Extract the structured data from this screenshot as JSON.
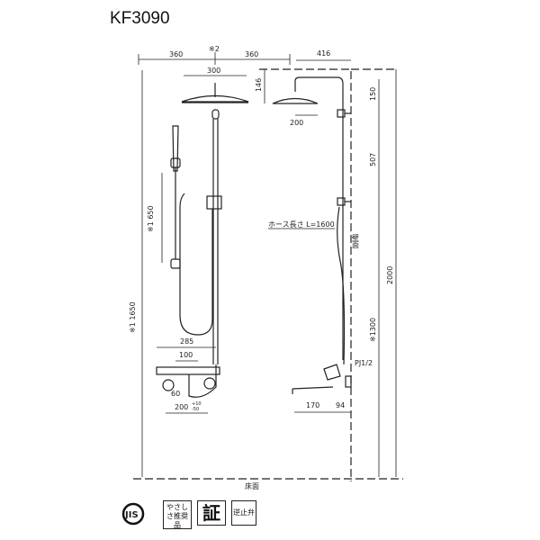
{
  "title": "KF3090",
  "dims": {
    "left_360": "360",
    "note2": "※2",
    "right_360": "360",
    "d416": "416",
    "d300": "300",
    "d146": "146",
    "d200": "200",
    "d150": "150",
    "d507": "507",
    "d650": "※1 650",
    "hose": "ホース長さ L=1600",
    "wall": "壁面",
    "d2000": "2000",
    "d1650": "※1 1650",
    "d1300": "※1300",
    "d285": "285",
    "d100": "100",
    "d60": "60",
    "d200b": "200",
    "tol_plus": "+10",
    "tol_minus": "-50",
    "pj": "PJ1/2",
    "d170": "170",
    "d94": "94",
    "floor": "床面"
  },
  "badges": {
    "jis": "JIS",
    "yasashisa": "やさしさ推奨品",
    "sho": "証",
    "gyakushiben": "逆止弁"
  }
}
